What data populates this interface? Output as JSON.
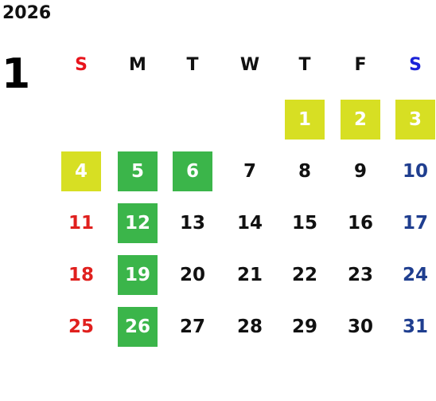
{
  "calendar": {
    "year": "2026",
    "month": "1",
    "weekdays": [
      "S",
      "M",
      "T",
      "W",
      "T",
      "F",
      "S"
    ],
    "first_weekday_index": 4,
    "days": [
      "1",
      "2",
      "3",
      "4",
      "5",
      "6",
      "7",
      "8",
      "9",
      "10",
      "11",
      "12",
      "13",
      "14",
      "15",
      "16",
      "17",
      "18",
      "19",
      "20",
      "21",
      "22",
      "23",
      "24",
      "25",
      "26",
      "27",
      "28",
      "29",
      "30",
      "31"
    ],
    "highlighted": {
      "yellow": [
        "1",
        "2",
        "3",
        "4"
      ],
      "green": [
        "5",
        "6",
        "12",
        "19",
        "26"
      ]
    },
    "colors": {
      "sunday_header": "#e8141c",
      "saturday_header": "#1a22d8",
      "sunday_number": "#e0201e",
      "saturday_number": "#1f3e8f",
      "weekday_text": "#111111",
      "highlight_yellow": "#d7df23",
      "highlight_green": "#3bb54a",
      "highlight_text": "#ffffff"
    }
  }
}
